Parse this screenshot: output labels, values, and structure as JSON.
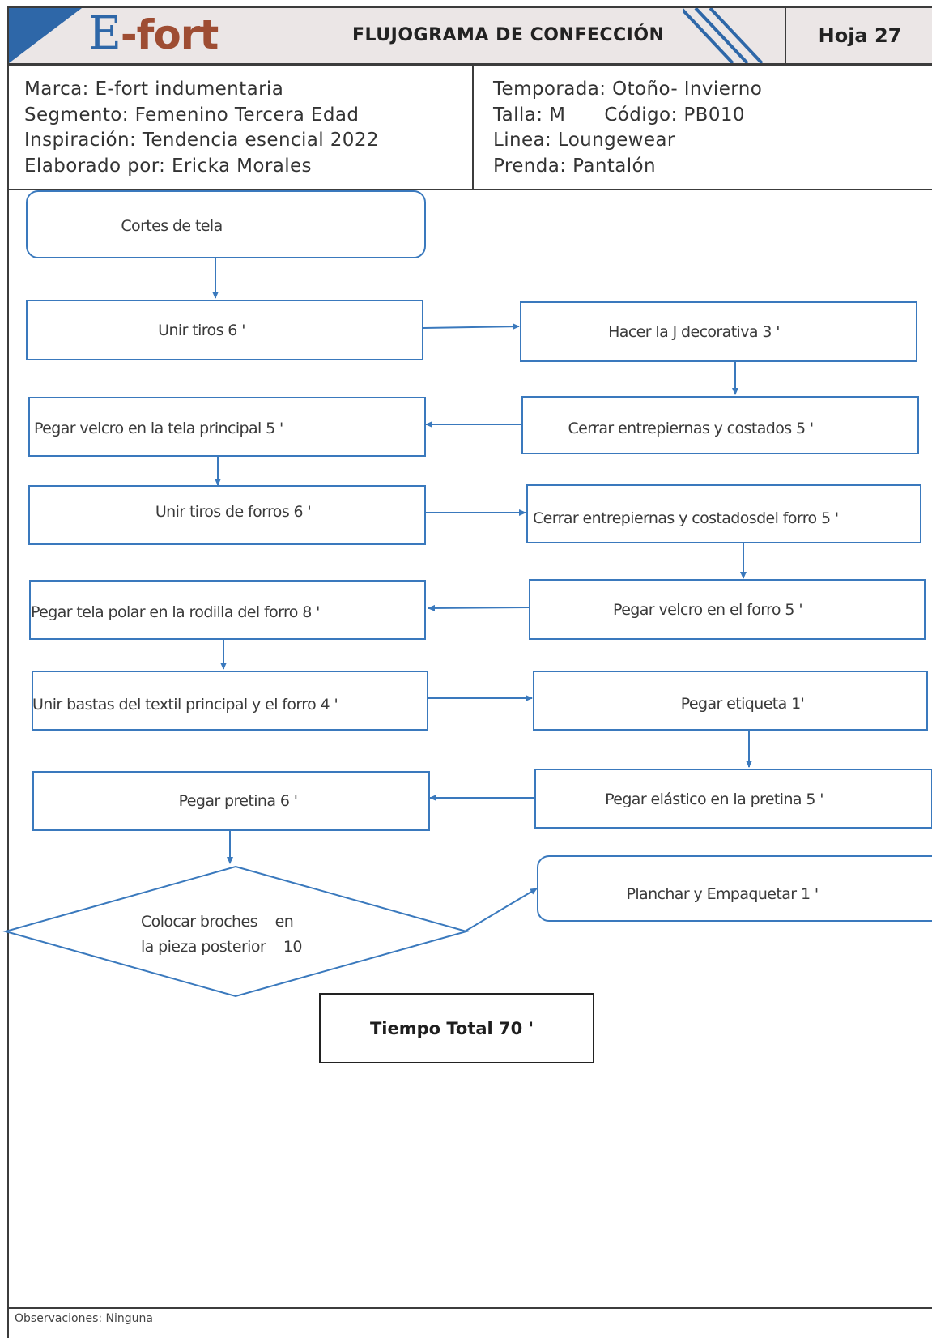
{
  "header": {
    "logo_e": "E",
    "logo_rest": "-fort",
    "title": "FLUJOGRAMA DE CONFECCIÓN",
    "sheet": "Hoja 27"
  },
  "info": {
    "marca": "Marca: E-fort indumentaria",
    "segmento": "Segmento: Femenino Tercera Edad",
    "inspiracion": "Inspiración: Tendencia esencial 2022",
    "elaborado": "Elaborado por: Ericka Morales",
    "temporada": "Temporada: Otoño- Invierno",
    "talla": "Talla: M",
    "codigo": "Código: PB010",
    "linea": "Linea: Loungewear",
    "prenda": "Prenda: Pantalón"
  },
  "flow": {
    "nodes": [
      {
        "id": "cortes",
        "label": "Cortes de tela"
      },
      {
        "id": "unir-tiros",
        "label": "Unir tiros 6 '"
      },
      {
        "id": "hacer-j",
        "label": "Hacer la J decorativa 3 '"
      },
      {
        "id": "cerrar-entrepiernas",
        "label": "Cerrar entrepiernas y costados 5 '"
      },
      {
        "id": "pegar-velcro-tela",
        "label": "Pegar velcro en la tela principal 5 '"
      },
      {
        "id": "unir-tiros-forros",
        "label": "Unir tiros de forros 6 '"
      },
      {
        "id": "cerrar-entrepiernas-forro",
        "label": "Cerrar entrepiernas y costadosdel forro 5 '"
      },
      {
        "id": "pegar-velcro-forro",
        "label": "Pegar velcro en el forro 5 '"
      },
      {
        "id": "pegar-tela-polar",
        "label": "Pegar tela polar en la rodilla del forro 8 '"
      },
      {
        "id": "unir-bastas",
        "label": "Unir bastas del textil principal y el forro 4 '"
      },
      {
        "id": "pegar-etiqueta",
        "label": "Pegar etiqueta 1'"
      },
      {
        "id": "pegar-elastico",
        "label": "Pegar elástico en la pretina 5 '"
      },
      {
        "id": "pegar-pretina",
        "label": "Pegar pretina 6 '"
      },
      {
        "id": "colocar-broches",
        "label_line1": "Colocar broches    en",
        "label_line2": "la pieza posterior    10"
      },
      {
        "id": "planchar",
        "label": "Planchar y Empaquetar 1 '"
      }
    ],
    "total": "Tiempo Total 70 '"
  },
  "footer": {
    "observaciones": "Observaciones: Ninguna"
  },
  "colors": {
    "flow_blue": "#3a79bd",
    "brand_blue": "#2e67a8",
    "brand_rust": "#9e4d33",
    "header_bg": "#ebe6e6"
  }
}
